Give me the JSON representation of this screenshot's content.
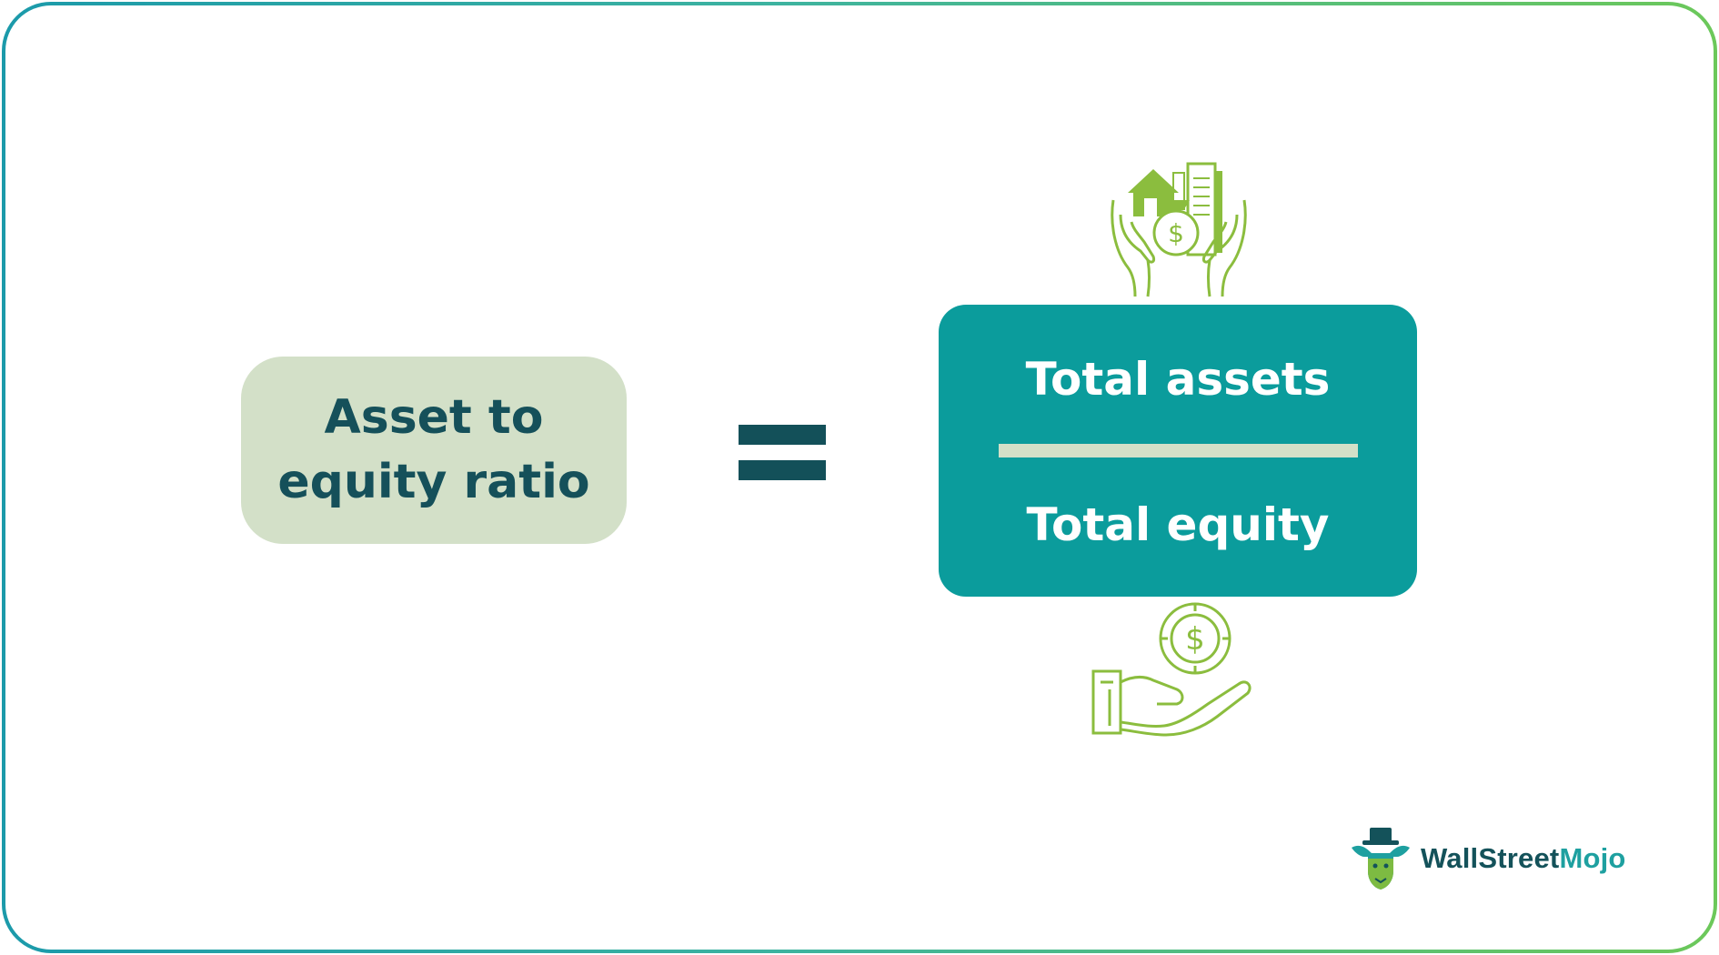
{
  "formula": {
    "lhs": "Asset to equity ratio",
    "operator": "=",
    "numerator": "Total assets",
    "denominator": "Total equity"
  },
  "icons": {
    "numerator_icon": "hands-holding-money-bag-house-building-icon",
    "denominator_icon": "hand-receiving-dollar-coin-icon"
  },
  "logo": {
    "part1": "WallStreet",
    "part2": "Mojo"
  },
  "colors": {
    "lhs_box": "#d3e0c8",
    "lhs_text": "#15505a",
    "operator": "#135059",
    "rhs_box": "#0b9c9c",
    "rhs_text": "#ffffff",
    "fraction_line": "#d3e0c8",
    "icon_green": "#8bbd3e",
    "frame_gradient_start": "#1b9aaa",
    "frame_gradient_end": "#6cc85a"
  }
}
